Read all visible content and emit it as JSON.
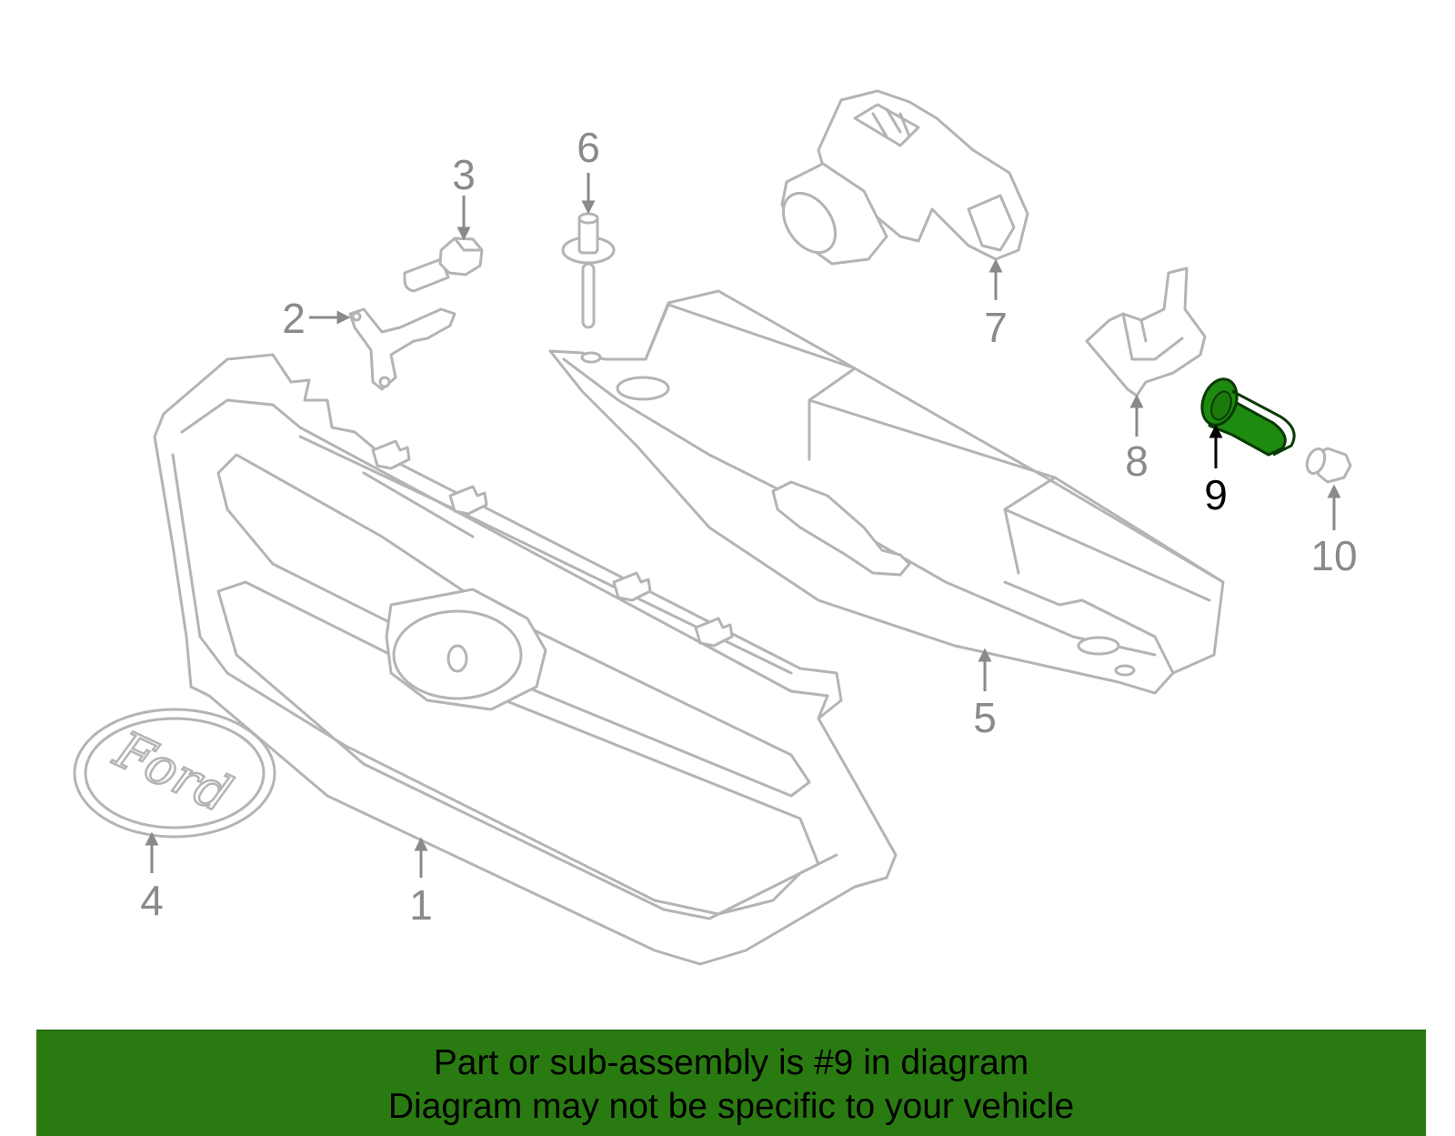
{
  "callouts": {
    "c1": "1",
    "c2": "2",
    "c3": "3",
    "c4": "4",
    "c5": "5",
    "c6": "6",
    "c7": "7",
    "c8": "8",
    "c9": "9",
    "c10": "10"
  },
  "highlighted_part": "9",
  "logo_text": "Ford",
  "banner": {
    "line1": "Part or sub-assembly is #9 in diagram",
    "line2": "Diagram may not be specific to your vehicle"
  },
  "colors": {
    "highlight_fill": "#1e8a10",
    "banner_bg": "#2a7a12",
    "part_stroke": "#b4b4b4",
    "callout_text": "#8a8a8a"
  }
}
